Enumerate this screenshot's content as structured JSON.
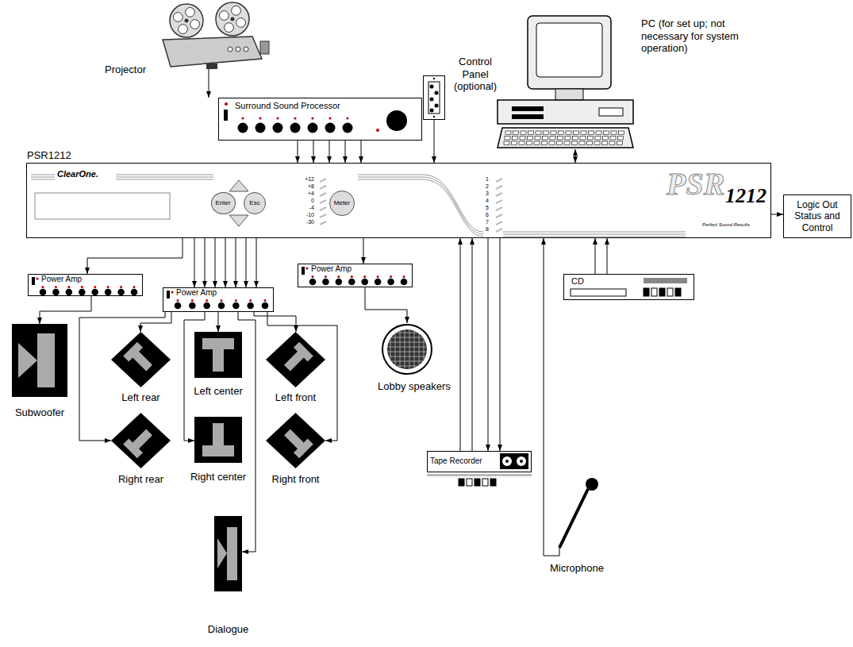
{
  "diagram": {
    "nodes": [
      {
        "text": [
          "Projector"
        ]
      },
      {
        "text": [
          "Surround Sound Processor"
        ]
      },
      {
        "text": [
          "Control Panel (optional)"
        ]
      },
      {
        "text": [
          "PC (for set up; not necessary for system operation)"
        ]
      },
      {
        "text": [
          "PSR1212"
        ]
      },
      {
        "text": [
          "Enter"
        ],
        "in": 4
      },
      {
        "text": [
          "Esc"
        ],
        "in": 4
      },
      {
        "text": [
          "Meter"
        ],
        "in": 4
      },
      {
        "text": [
          "Logic Out Status and Control"
        ]
      },
      {
        "text": [
          "Power Amp"
        ]
      },
      {
        "text": [
          "Power Amp"
        ]
      },
      {
        "text": [
          "Power Amp"
        ]
      },
      {
        "text": [
          "Subwoofer"
        ]
      },
      {
        "text": [
          "Left rear"
        ]
      },
      {
        "text": [
          "Left center"
        ]
      },
      {
        "text": [
          "Left front"
        ]
      },
      {
        "text": [
          "Lobby speakers"
        ]
      },
      {
        "text": [
          "Right rear"
        ]
      },
      {
        "text": [
          "Right center"
        ]
      },
      {
        "text": [
          "Right front"
        ]
      },
      {
        "text": [
          "Dialogue"
        ]
      },
      {
        "text": [
          "Tape Recorder"
        ]
      },
      {
        "text": [
          "CD"
        ]
      },
      {
        "text": [
          "Microphone"
        ]
      }
    ],
    "edges": [
      {
        "from": 0,
        "to": 1,
        "arrow": "to"
      },
      {
        "from": 1,
        "to": 4,
        "arrow": "to"
      },
      {
        "from": 1,
        "to": 4,
        "arrow": "to"
      },
      {
        "from": 1,
        "to": 4,
        "arrow": "to"
      },
      {
        "from": 1,
        "to": 4,
        "arrow": "to"
      },
      {
        "from": 1,
        "to": 4,
        "arrow": "to"
      },
      {
        "from": 2,
        "to": 4,
        "arrow": "to"
      },
      {
        "from": 3,
        "to": 4,
        "arrow": "both"
      },
      {
        "from": 4,
        "to": 8,
        "arrow": "to"
      },
      {
        "from": 4,
        "to": 9,
        "arrow": "to"
      },
      {
        "from": 4,
        "to": 10,
        "arrow": "to"
      },
      {
        "from": 4,
        "to": 10,
        "arrow": "to"
      },
      {
        "from": 4,
        "to": 10,
        "arrow": "to"
      },
      {
        "from": 4,
        "to": 10,
        "arrow": "to"
      },
      {
        "from": 4,
        "to": 10,
        "arrow": "to"
      },
      {
        "from": 4,
        "to": 10,
        "arrow": "to"
      },
      {
        "from": 4,
        "to": 10,
        "arrow": "to"
      },
      {
        "from": 4,
        "to": 11,
        "arrow": "to"
      },
      {
        "from": 9,
        "to": 12,
        "arrow": "to"
      },
      {
        "from": 10,
        "to": 13,
        "arrow": "to"
      },
      {
        "from": 10,
        "to": 17,
        "arrow": "to"
      },
      {
        "from": 10,
        "to": 14,
        "arrow": "to"
      },
      {
        "from": 10,
        "to": 18,
        "arrow": "to"
      },
      {
        "from": 10,
        "to": 20,
        "arrow": "to"
      },
      {
        "from": 10,
        "to": 15,
        "arrow": "to"
      },
      {
        "from": 10,
        "to": 19,
        "arrow": "to"
      },
      {
        "from": 11,
        "to": 16,
        "arrow": "to"
      },
      {
        "from": 21,
        "to": 4,
        "arrow": "to"
      },
      {
        "from": 21,
        "to": 4,
        "arrow": "to"
      },
      {
        "from": 4,
        "to": 21,
        "arrow": "to"
      },
      {
        "from": 4,
        "to": 21,
        "arrow": "to"
      },
      {
        "from": 22,
        "to": 4,
        "arrow": "to"
      },
      {
        "from": 22,
        "to": 4,
        "arrow": "to"
      },
      {
        "from": 23,
        "to": 4,
        "arrow": "to"
      }
    ],
    "labels": [
      "ClearOne.",
      "+12",
      "+8",
      "+4",
      "0",
      "-4",
      "-10",
      "-30",
      "1",
      "2",
      "3",
      "4",
      "5",
      "6",
      "7",
      "8",
      "PSR",
      "1212",
      "Perfect Sound Results"
    ]
  }
}
